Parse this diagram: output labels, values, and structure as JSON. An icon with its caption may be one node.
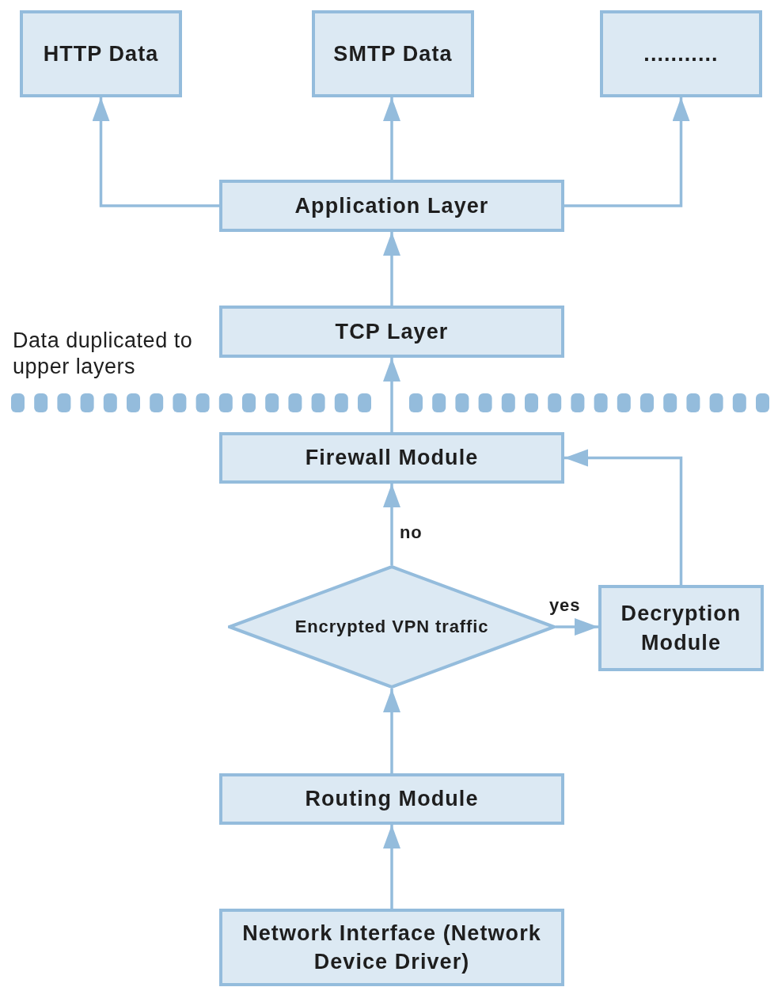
{
  "diagram": {
    "nodes": [
      {
        "text": [
          "HTTP Data"
        ]
      },
      {
        "text": [
          "SMTP Data"
        ]
      },
      {
        "text": [
          "..........."
        ]
      },
      {
        "text": [
          "Application Layer"
        ]
      },
      {
        "text": [
          "TCP Layer"
        ]
      },
      {
        "text": [
          "Firewall Module"
        ]
      },
      {
        "text": [
          "Encrypted VPN traffic"
        ]
      },
      {
        "text": [
          "Decryption Module"
        ]
      },
      {
        "text": [
          "Routing Module"
        ]
      },
      {
        "text": [
          "Network Interface (Network Device Driver)"
        ]
      }
    ],
    "edges": [
      {
        "from": 3,
        "to": 0,
        "arrow": "to"
      },
      {
        "from": 3,
        "to": 1,
        "arrow": "to"
      },
      {
        "from": 3,
        "to": 2,
        "arrow": "to"
      },
      {
        "from": 4,
        "to": 3,
        "arrow": "to"
      },
      {
        "from": 5,
        "to": 4,
        "arrow": "to"
      },
      {
        "from": 6,
        "to": 5,
        "arrow": "to",
        "label": "no"
      },
      {
        "from": 6,
        "to": 7,
        "arrow": "to",
        "label": "yes"
      },
      {
        "from": 7,
        "to": 5,
        "arrow": "to"
      },
      {
        "from": 8,
        "to": 6,
        "arrow": "to"
      },
      {
        "from": 9,
        "to": 8,
        "arrow": "to"
      }
    ],
    "labels": [
      "Data duplicated to upper layers"
    ]
  }
}
